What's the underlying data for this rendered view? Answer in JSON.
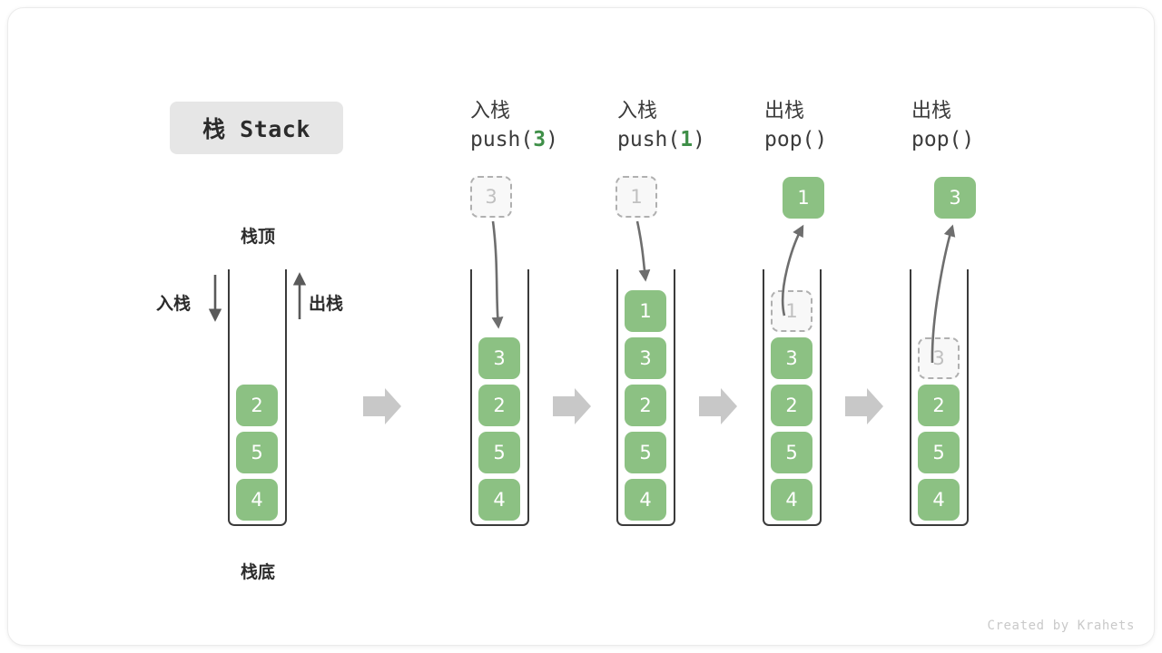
{
  "diagram": {
    "title": "栈 Stack",
    "watermark": "Created by Krahets",
    "colors": {
      "cell_fill": "#8cc183",
      "cell_text": "#ffffff",
      "ghost_fill": "#f8f8f8",
      "ghost_border": "#b0b0b0",
      "ghost_text": "#c0c0c0",
      "badge_bg": "#e6e6e6",
      "accent_green": "#3f8f48",
      "connector_gray": "#c8c8c8",
      "stroke_dark": "#3b3b3b"
    },
    "labels": {
      "top": "栈顶",
      "bottom": "栈底",
      "push_side": "入栈",
      "pop_side": "出栈"
    },
    "columns": [
      {
        "id": "initial",
        "caption_line1": "",
        "caption_line2": "",
        "caption_arg": "",
        "cells": [
          "2",
          "5",
          "4"
        ],
        "ghost_index": -1,
        "ghost_value": "",
        "external_box": null,
        "external_ghost": null
      },
      {
        "id": "push-3",
        "caption_line1": "入栈",
        "caption_prefix": "push(",
        "caption_arg": "3",
        "caption_suffix": ")",
        "cells": [
          "3",
          "2",
          "5",
          "4"
        ],
        "ghost_index": -1,
        "ghost_value": "",
        "external_box": null,
        "external_ghost": "3"
      },
      {
        "id": "push-1",
        "caption_line1": "入栈",
        "caption_prefix": "push(",
        "caption_arg": "1",
        "caption_suffix": ")",
        "cells": [
          "1",
          "3",
          "2",
          "5",
          "4"
        ],
        "ghost_index": -1,
        "ghost_value": "",
        "external_box": null,
        "external_ghost": "1"
      },
      {
        "id": "pop-1",
        "caption_line1": "出栈",
        "caption_prefix": "pop(",
        "caption_arg": "",
        "caption_suffix": ")",
        "cells": [
          "1",
          "3",
          "2",
          "5",
          "4"
        ],
        "ghost_index": 0,
        "ghost_value": "1",
        "external_box": "1",
        "external_ghost": null
      },
      {
        "id": "pop-2",
        "caption_line1": "出栈",
        "caption_prefix": "pop(",
        "caption_arg": "",
        "caption_suffix": ")",
        "cells": [
          "3",
          "2",
          "5",
          "4"
        ],
        "ghost_index": 0,
        "ghost_value": "3",
        "external_box": "3",
        "external_ghost": null
      }
    ]
  }
}
